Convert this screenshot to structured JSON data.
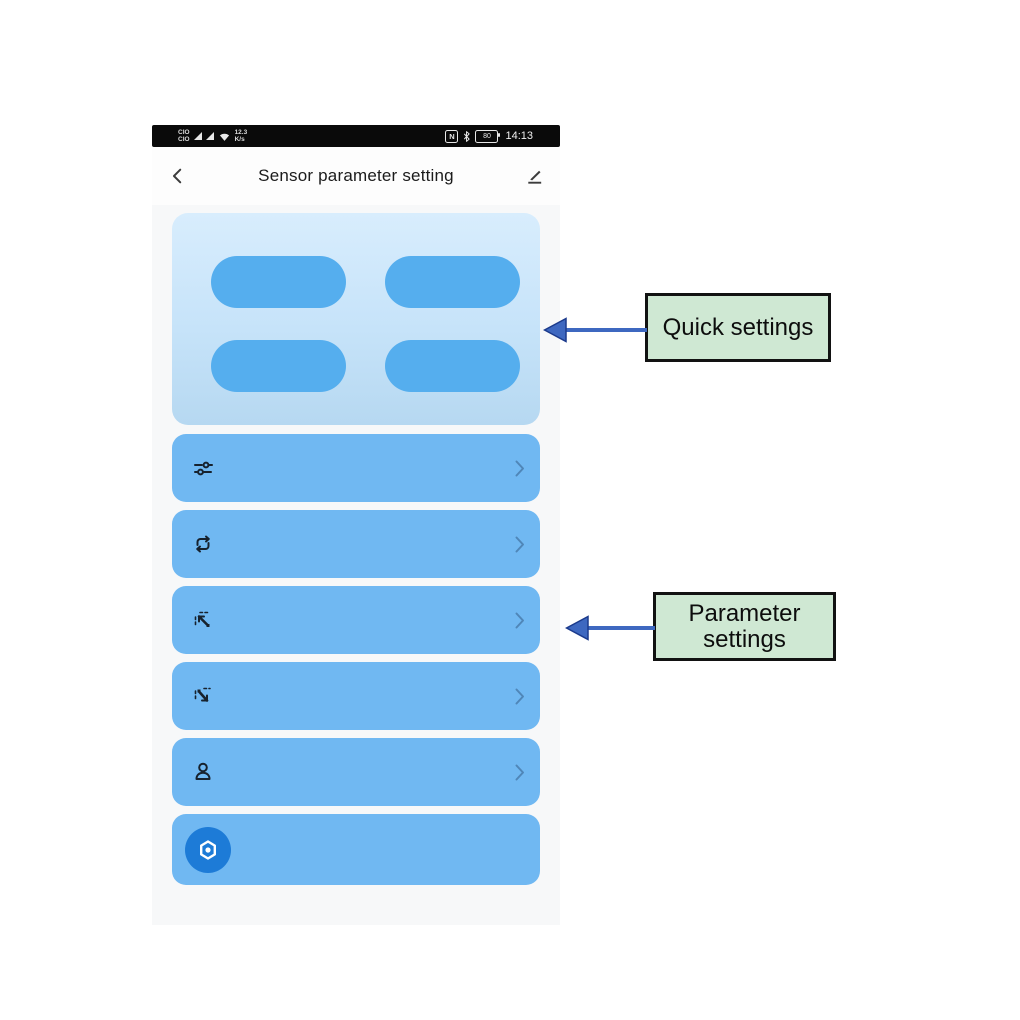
{
  "status_bar": {
    "sim_badge_1": "CIO",
    "sim_badge_2": "CIO",
    "speed_top": "12.3",
    "speed_bottom": "K/s",
    "nfc_label": "N",
    "battery_level": "80",
    "time": "14:13"
  },
  "header": {
    "title": "Sensor parameter setting"
  },
  "quick_card": {
    "pill_count": 4,
    "pill_labels": [
      "",
      "",
      "",
      ""
    ]
  },
  "rows": [
    {
      "icon": "sliders-icon",
      "has_chevron": true
    },
    {
      "icon": "repeat-icon",
      "has_chevron": true
    },
    {
      "icon": "arrow-diagonal-up-left-icon",
      "has_chevron": true
    },
    {
      "icon": "arrow-diagonal-down-right-icon",
      "has_chevron": true
    },
    {
      "icon": "person-icon",
      "has_chevron": true
    },
    {
      "icon": "gear-badge-icon",
      "has_chevron": false
    }
  ],
  "annotations": [
    {
      "label": "Quick settings"
    },
    {
      "label": "Parameter settings"
    }
  ],
  "colors": {
    "row_blue": "#70b8f2",
    "pill_blue": "#55aeee",
    "card_gradient_top": "#d8edfd",
    "card_gradient_bottom": "#b6d8f1",
    "badge_blue": "#1d7bd7",
    "annotation_green": "#cfe8d3",
    "annotation_border": "#121212",
    "arrow_blue": "#3e68c0",
    "statusbar_black": "#0a0a0a"
  }
}
